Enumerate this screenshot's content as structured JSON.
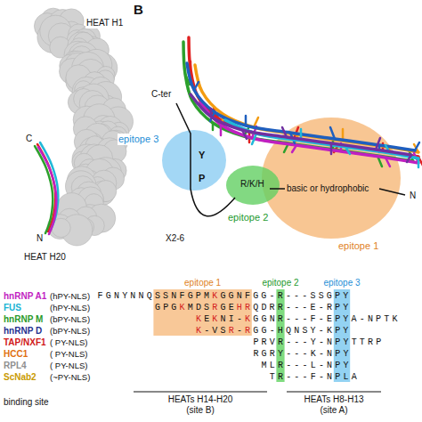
{
  "diagram": {
    "labels": [
      "HEAT H1",
      "C",
      "N",
      "HEAT H20",
      "B",
      "C-ter",
      "epitope 3",
      "Y",
      "P",
      "epitope 2",
      "R/K/H",
      "X2-6",
      "basic or hydrophobic",
      "N",
      "epitope 1",
      "epitope 1",
      "epitope 2",
      "epitope 3",
      "hnRNP A1",
      "(hPY-NLS)",
      "FGNYNNQSSNFGPMKGGNFGG-R---SSGPY",
      "FUS",
      "(hPY-NLS)",
      "GPGKMDSRGEHRQDRR---E-RPY",
      "hnRNP M",
      "(bPY-NLS)",
      "KEKNI-KGGNR---F-EPYA-NPTK",
      "hnRNP D",
      "(bPY-NLS)",
      "K-VSR-RGG-HQNSY-KPY",
      "TAP/NXF1",
      "( PY-NLS)",
      "PRVR---Y-NPYTTRP",
      "HCC1",
      "( PY-NLS)",
      "RGRY---K-NPY",
      "RPL4",
      "( PY-NLS)",
      "MLR---L-NPY",
      "ScNab2",
      "(~PY-NLS)",
      "TR---F-NPLA",
      "binding site",
      "HEATs H14-H20",
      "(site B)",
      "HEATs H8-H13",
      "(site A)"
    ]
  }
}
